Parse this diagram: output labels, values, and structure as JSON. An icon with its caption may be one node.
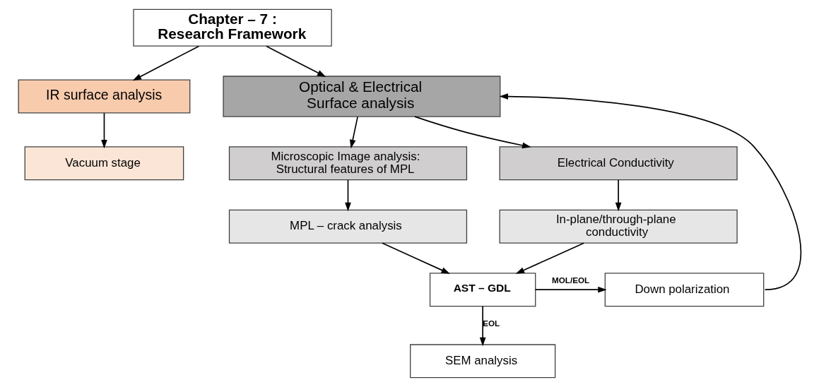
{
  "diagram": {
    "nodes": [
      {
        "text": [
          "Chapter – 7 : Research Framework"
        ]
      },
      {
        "text": [
          "IR surface analysis"
        ]
      },
      {
        "text": [
          "Optical & Electrical Surface analysis"
        ]
      },
      {
        "text": [
          "Vacuum stage"
        ]
      },
      {
        "text": [
          "Microscopic Image analysis: Structural features of MPL"
        ]
      },
      {
        "text": [
          "Electrical Conductivity"
        ]
      },
      {
        "text": [
          "MPL – crack analysis"
        ]
      },
      {
        "text": [
          "In-plane/through-plane conductivity"
        ]
      },
      {
        "text": [
          "AST – GDL"
        ]
      },
      {
        "text": [
          "Down polarization"
        ]
      },
      {
        "text": [
          "SEM analysis"
        ]
      }
    ],
    "edges": [
      {
        "from": 0,
        "to": 1,
        "arrow": "to"
      },
      {
        "from": 0,
        "to": 2,
        "arrow": "to"
      },
      {
        "from": 1,
        "to": 3,
        "arrow": "to"
      },
      {
        "from": 2,
        "to": 4,
        "arrow": "to"
      },
      {
        "from": 2,
        "to": 5,
        "arrow": "to"
      },
      {
        "from": 4,
        "to": 6,
        "arrow": "to"
      },
      {
        "from": 5,
        "to": 7,
        "arrow": "to"
      },
      {
        "from": 6,
        "to": 8,
        "arrow": "to"
      },
      {
        "from": 7,
        "to": 8,
        "arrow": "to"
      },
      {
        "from": 8,
        "to": 9,
        "arrow": "to",
        "label": "MOL/EOL"
      },
      {
        "from": 8,
        "to": 10,
        "arrow": "to",
        "label": "EOL"
      },
      {
        "from": 9,
        "to": 2,
        "arrow": "to"
      }
    ]
  }
}
